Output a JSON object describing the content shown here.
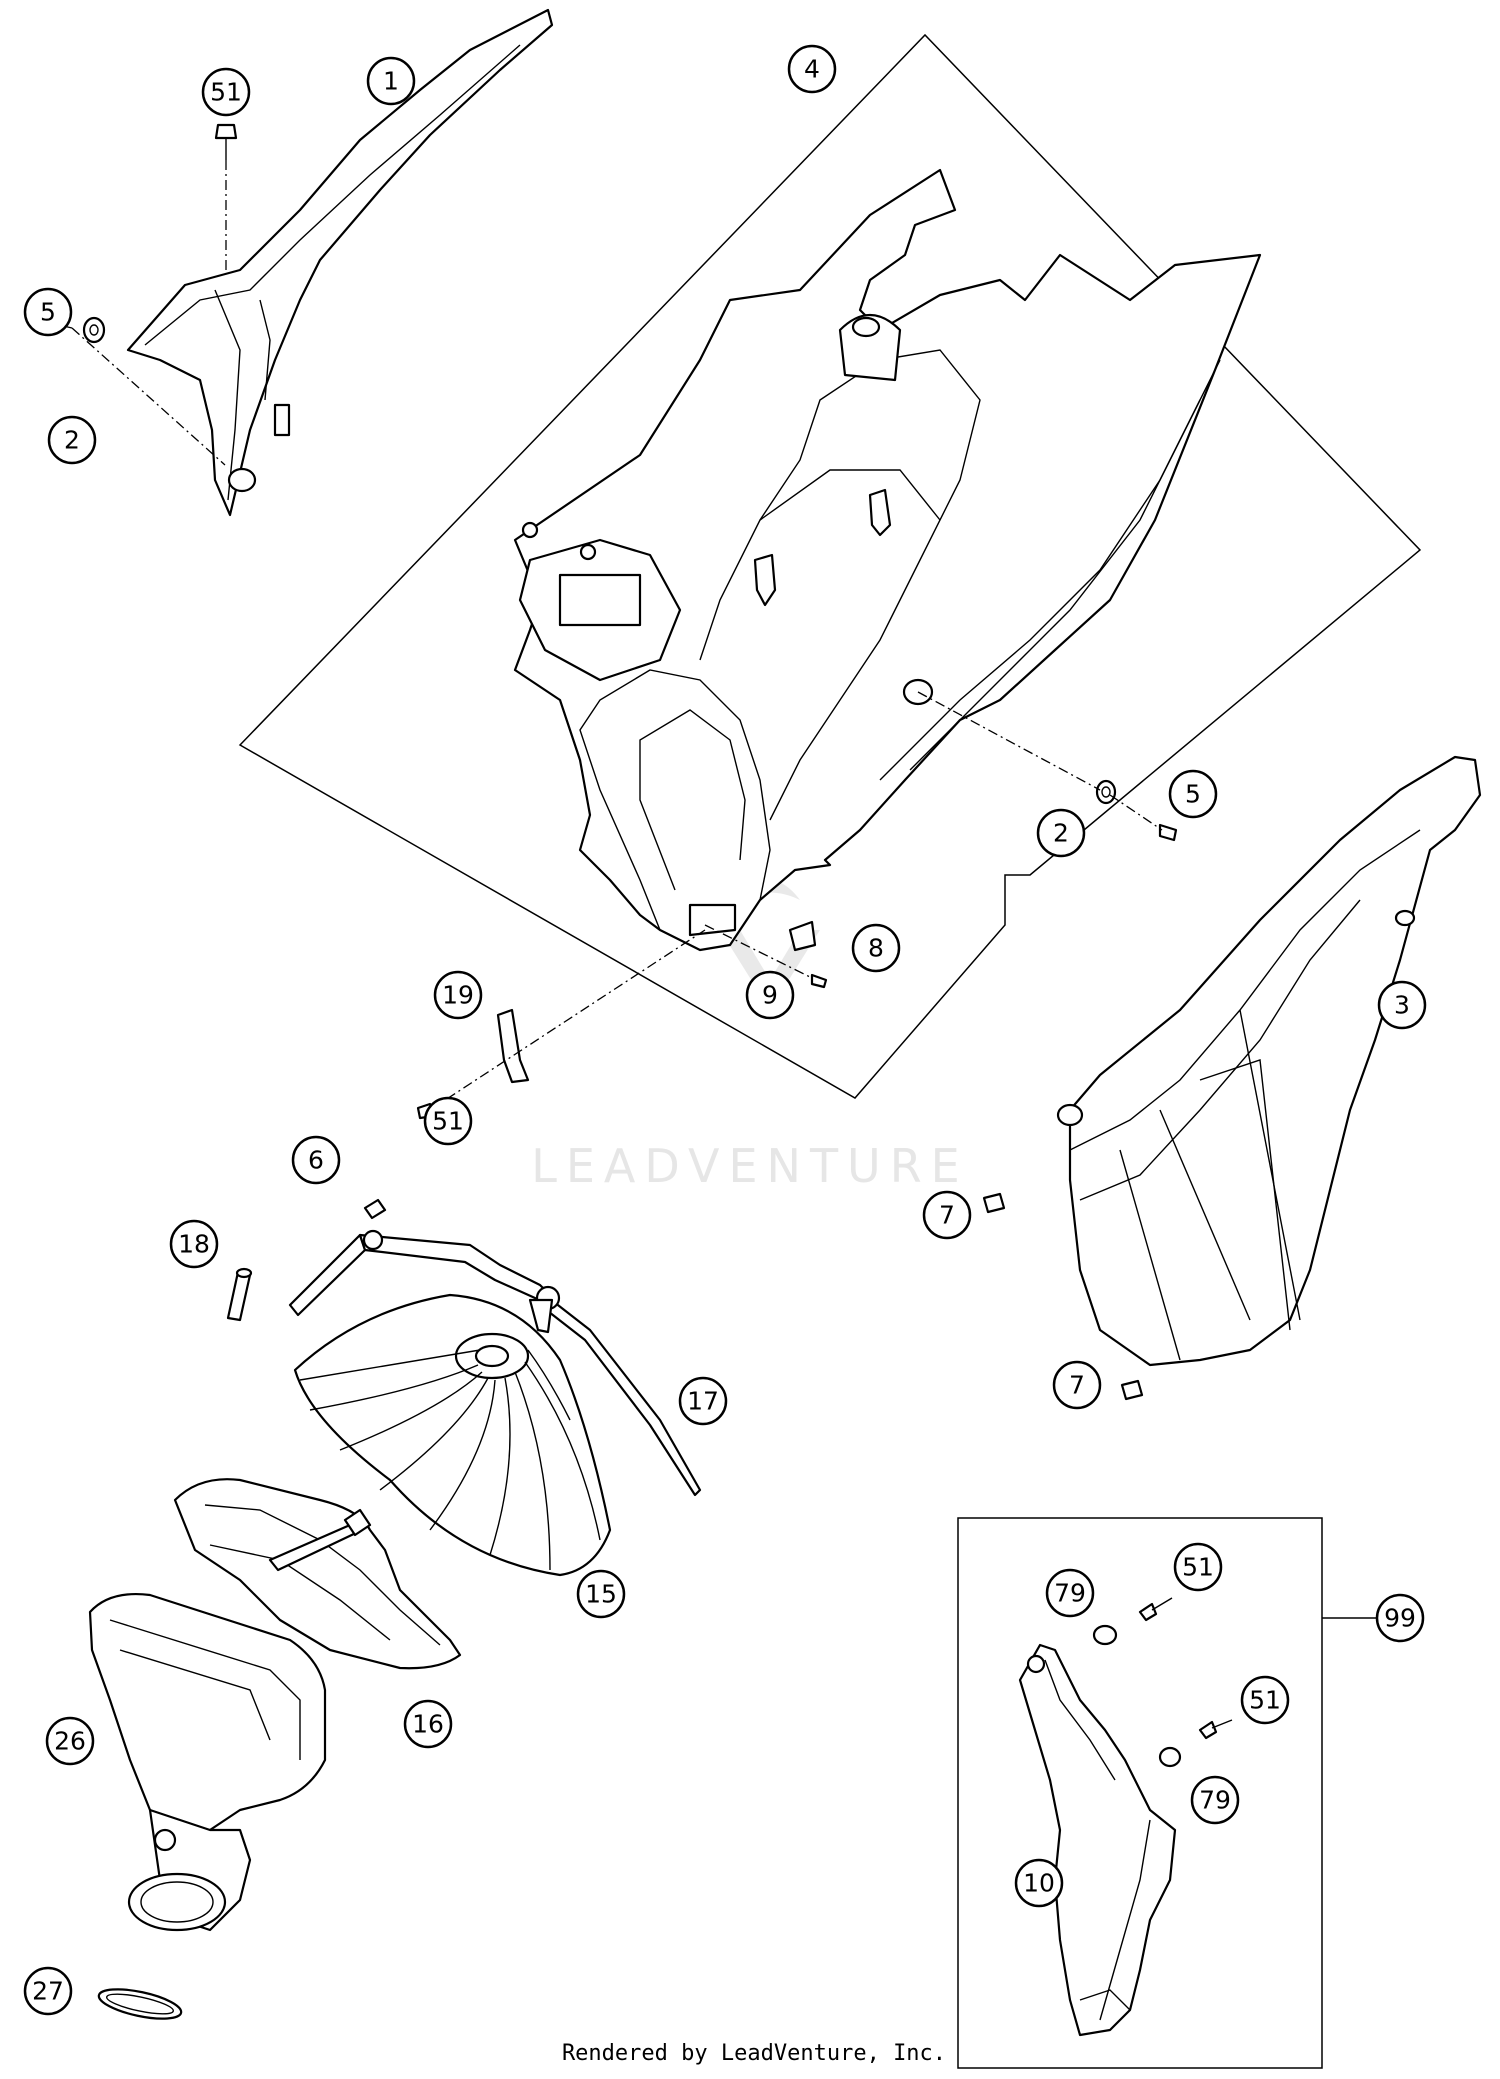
{
  "watermark": "LEADVENTURE",
  "footer": "Rendered by LeadVenture, Inc.",
  "callouts": {
    "c1": "1",
    "c2a": "2",
    "c2b": "2",
    "c3": "3",
    "c4": "4",
    "c5a": "5",
    "c5b": "5",
    "c6": "6",
    "c7a": "7",
    "c7b": "7",
    "c8": "8",
    "c9": "9",
    "c10": "10",
    "c15": "15",
    "c16": "16",
    "c17": "17",
    "c18": "18",
    "c19": "19",
    "c26": "26",
    "c27": "27",
    "c51a": "51",
    "c51b": "51",
    "c51c": "51",
    "c51d": "51",
    "c79a": "79",
    "c79b": "79",
    "c99": "99"
  }
}
